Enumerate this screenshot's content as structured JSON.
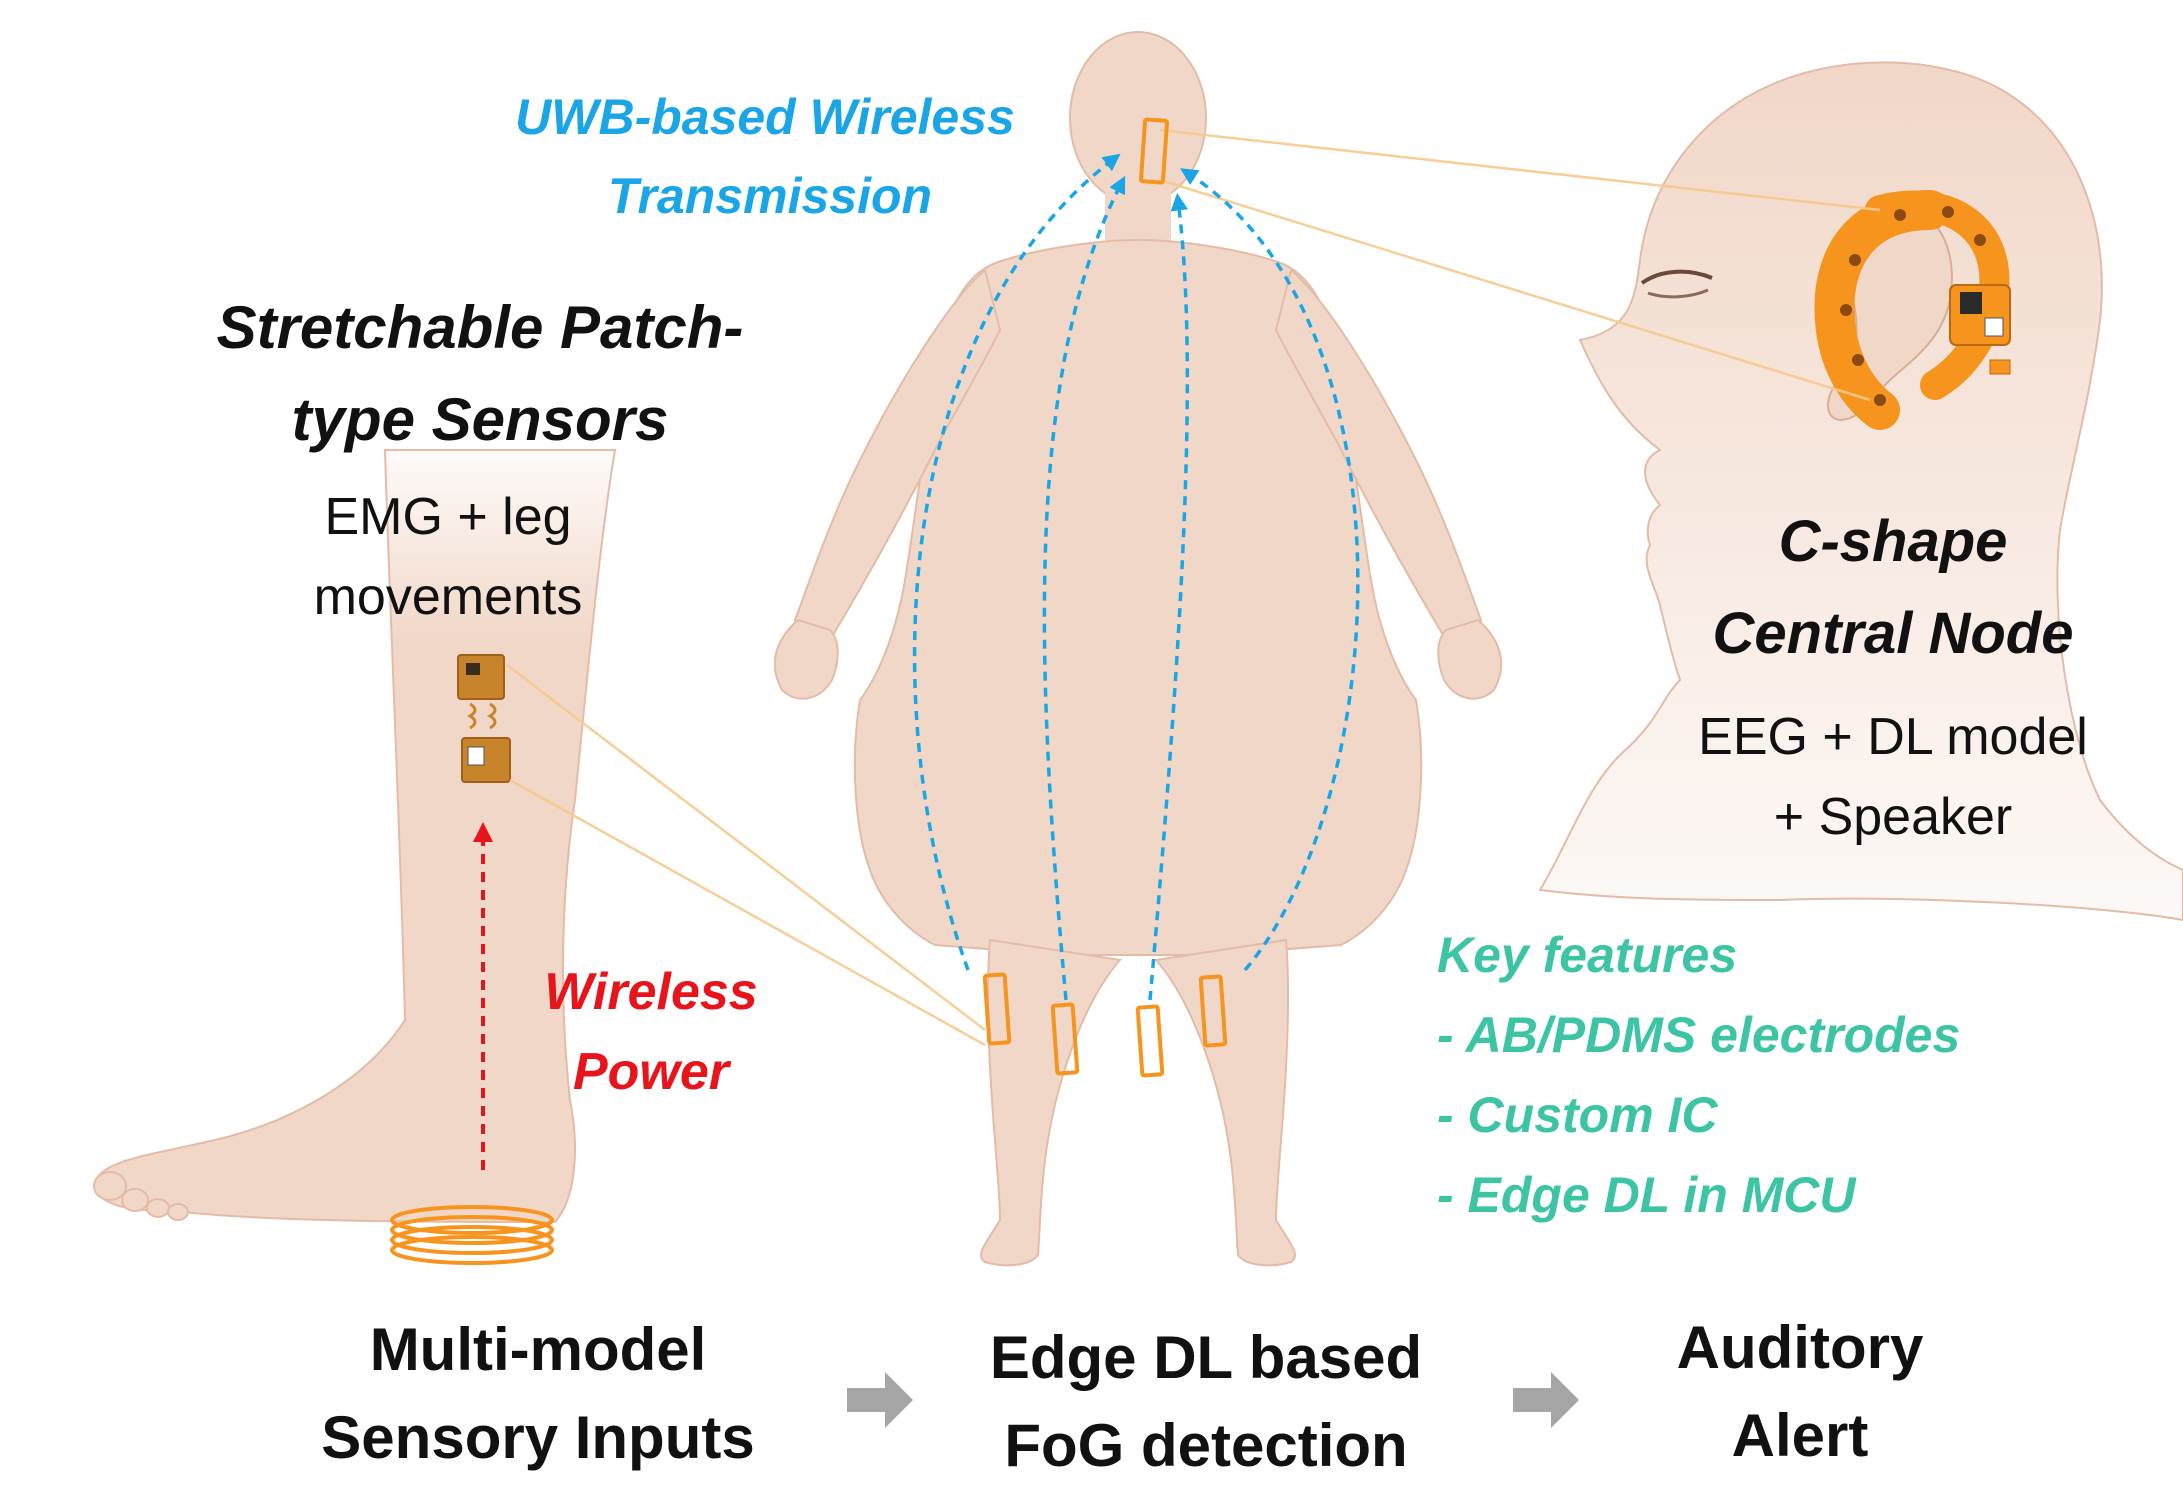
{
  "labels": {
    "uwb_line1": "UWB-based Wireless",
    "uwb_line2": "Transmission",
    "sensors_line1": "Stretchable Patch-",
    "sensors_line2": "type Sensors",
    "sensors_sub1": "EMG + leg",
    "sensors_sub2": "movements",
    "power_line1": "Wireless",
    "power_line2": "Power",
    "node_line1": "C-shape",
    "node_line2": "Central Node",
    "node_sub1": "EEG + DL model",
    "node_sub2": "+ Speaker",
    "features_title": "Key features",
    "features": [
      "- AB/PDMS electrodes",
      "- Custom IC",
      "- Edge DL in MCU"
    ]
  },
  "flow": {
    "step1_line1": "Multi-model",
    "step1_line2": "Sensory Inputs",
    "step2_line1": "Edge DL based",
    "step2_line2": "FoG detection",
    "step3_line1": "Auditory",
    "step3_line2": "Alert"
  },
  "colors": {
    "uwb": "#1aa6e6",
    "power": "#e8141b",
    "features": "#3cc4a4",
    "text": "#111111",
    "skin": "#f1d7c8",
    "skin_shade": "#e3bca8",
    "sensor": "#f7941d",
    "arrow_gray": "#a6a6a6"
  }
}
